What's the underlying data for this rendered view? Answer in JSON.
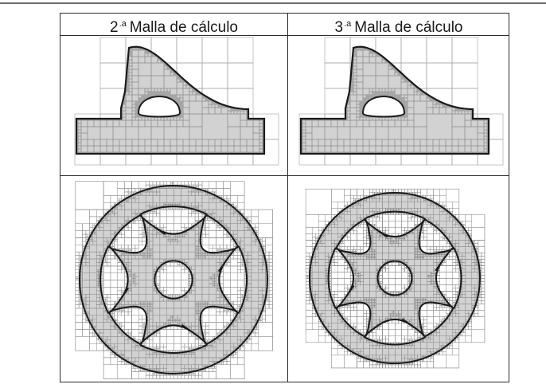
{
  "table": {
    "columns": [
      {
        "prefix": "2",
        "sup": ".a",
        "title": "Malla de cálculo"
      },
      {
        "prefix": "3",
        "sup": ".a",
        "title": "Malla de cálculo"
      }
    ]
  },
  "colors": {
    "domain_fill": "#d2d2d2",
    "mesh_line": "#8a8a8a",
    "boundary": "#1a1a1a",
    "cell_background": "#ffffff",
    "border": "#2b2b2b"
  }
}
